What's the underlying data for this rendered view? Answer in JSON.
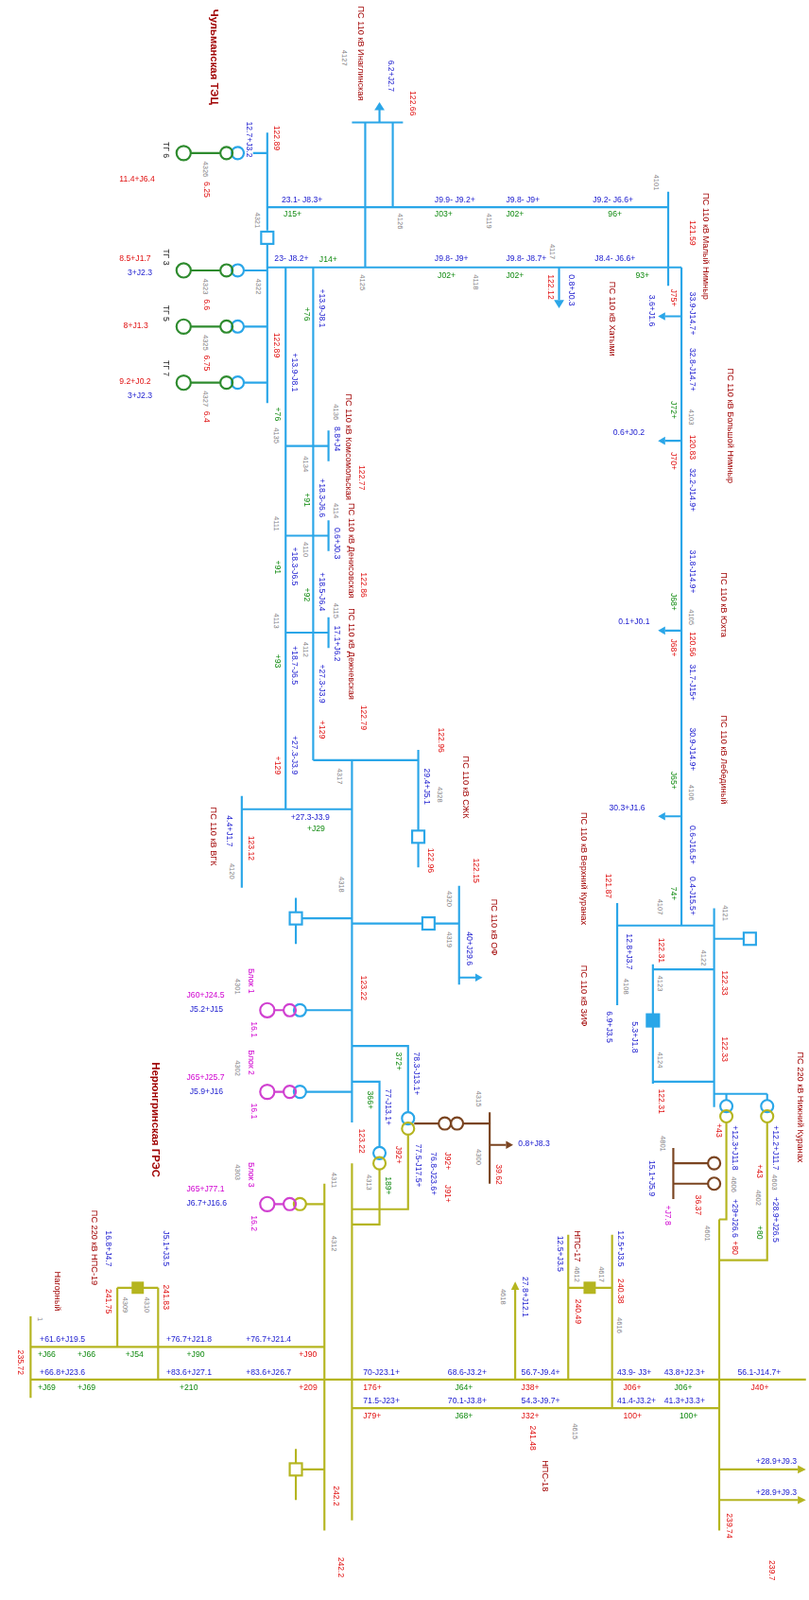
{
  "diagram": {
    "labels": [
      "Чульманская ТЭЦ",
      "ТГ 6",
      "4326",
      "6.25",
      "11.4+J6.4",
      "12.7+J3.2",
      "122.89",
      "4321",
      "23.1- J8.3+",
      "J15+",
      "4127",
      "ПС 110 кВ Инаглинская",
      "6.2+J2.7",
      "122.66",
      "4126",
      "J9.9- J9.2+",
      "J03+",
      "4119",
      "J9.8- J9+",
      "J02+",
      "J9.2- J6.6+",
      "96+",
      "4101",
      "23- J8.2+",
      "J14+",
      "4125",
      "J9.8- J9+",
      "J02+",
      "4118",
      "J9.8- J8.7+",
      "J02+",
      "4117",
      "122.12",
      "0.8+J0.3",
      "ПС 110 кВ Хатыми",
      "J8.4- J6.6+",
      "93+",
      "4322",
      "ТГ 3",
      "4323",
      "6.6",
      "8.5+J1.7",
      "3+J2.3",
      "ТГ 5",
      "4325",
      "6.75",
      "8+J1.3",
      "ТГ 7",
      "4327",
      "6.4",
      "9.2+J0.2",
      "3+J2.3",
      "122.89",
      "+13.9-J8.1",
      "+76",
      "+13.9-J8.1",
      "+76",
      "4135",
      "4136",
      "ПС 110 кВ Комсомольская",
      "8.8+J4",
      "122.77",
      "4134",
      "+18.3-J6.6",
      "+91",
      "4114",
      "ПС 110 кВ Денисовская",
      "0.6+J0.3",
      "122.86",
      "4111",
      "4110",
      "+18.3-J6.5",
      "+91",
      "+18.5-J6.4",
      "+92",
      "4115",
      "ПС 110 кВ Дежневская",
      "17.1+J6.2",
      "122.79",
      "4113",
      "4112",
      "+18.7-J6.5",
      "+93",
      "+27.3-J3.9",
      "+129",
      "+27.3-J3.9",
      "+129",
      "4317",
      "+27.3-J3.9",
      "+J29",
      "ПС 110 кВ ВГК",
      "4.4+J1.7",
      "4120",
      "123.12",
      "4318",
      "ПС 110 кВ СЖК",
      "29.4+J5.1",
      "122.96",
      "4328",
      "122.96",
      "122.15",
      "4320",
      "ПС 110 кВ ОФ",
      "4319",
      "40+J29.6",
      "123.22",
      "123.22",
      "Блок 1",
      "4301",
      "J60+J24.5",
      "J5.2+J15",
      "16.1",
      "Блок 2",
      "4302",
      "J65+J25.7",
      "J5.9+J16",
      "16.1",
      "Блок 3",
      "4303",
      "J65+J77.1",
      "J6.7+J16.6",
      "16.2",
      "Нерюнгринская ГРЭС",
      "372+",
      "78.3-J13.1+",
      "77-J13.1+",
      "366+",
      "4315",
      "0.8+J8.3",
      "4300",
      "39.62",
      "4313",
      "J92+",
      "189+",
      "77.5-J17.5+",
      "76.8-J23.6+",
      "J92+",
      "J91+",
      "4311",
      "4312",
      "ПС 220 кВ НПС-19",
      "Нагорный",
      "1",
      "16.8+J4.7",
      "J5.1+J3.5",
      "4309",
      "4310",
      "241.75",
      "241.83",
      "+61.6+J19.5",
      "+J66",
      "+J66",
      "+76.7+J21.8",
      "+J54",
      "+J90",
      "+76.7+J21.4",
      "+J90",
      "235.72",
      "+66.8+J23.6",
      "+J69",
      "+J69",
      "+83.6+J27.1",
      "+210",
      "+83.6+J26.7",
      "+209",
      "70-J23.1+",
      "176+",
      "68.6-J3.2+",
      "J64+",
      "56.7-J9.4+",
      "J38+",
      "43.9- J3+",
      "J06+",
      "43.8+J2.3+",
      "J06+",
      "56.1-J14.7+",
      "J40+",
      "71.5-J23+",
      "J79+",
      "70.1-J3.8+",
      "J68+",
      "54.3-J9.7+",
      "J32+",
      "41.4-J3.2+",
      "100+",
      "41.3+J3.3+",
      "100+",
      "4618",
      "27.8+J12.1",
      "241.48",
      "НПС-18",
      "4615",
      "НПС-17",
      "12.5+J3.5",
      "12.5+J3.5",
      "4612",
      "4617",
      "240.49",
      "240.38",
      "4616",
      "242.2",
      "242.2",
      "239.74",
      "239.7",
      "+28.9+J9.3",
      "+28.9+J9.3",
      "ПС 110 кВ Малый Нимныр",
      "121.59",
      "J75+",
      "33.9-J14.7+",
      "3.6+J1.6",
      "ПС 110 кВ Большой Нимныр",
      "32.8-J14.7+",
      "J72+",
      "4103",
      "0.6+J0.2",
      "120.83",
      "J70+",
      "32.2-J14.9+",
      "ПС 110 кВ Юхта",
      "31.8-J14.9+",
      "J68+",
      "4105",
      "0.1+J0.1",
      "120.56",
      "J68+",
      "31.7-J15+",
      "ПС 110 кВ Лебединый",
      "30.9-J14.9+",
      "J65+",
      "4106",
      "30.3+J1.6",
      "0.6-J16.5+",
      "0.4-J15.5+",
      "74+",
      "4107",
      "ПС 110 кВ Верхний Куранах",
      "121.87",
      "12.8+J3.7",
      "4108",
      "4121",
      "4122",
      "122.33",
      "122.33",
      "ПС 110 кВ ЗИФ",
      "122.31",
      "6.9+J3.5",
      "4123",
      "5.3+J1.8",
      "4124",
      "122.31",
      "ПС 220 кВ Нижний Куранах",
      "+12.3+J11.8",
      "+43",
      "+12.2+J11.7",
      "+43",
      "4801",
      "15.1+J5.9",
      "+J7.8",
      "36.37",
      "4606",
      "+29+J26.6",
      "+80",
      "4603",
      "+28.9+J26.5",
      "+80",
      "4602",
      "4601"
    ]
  }
}
